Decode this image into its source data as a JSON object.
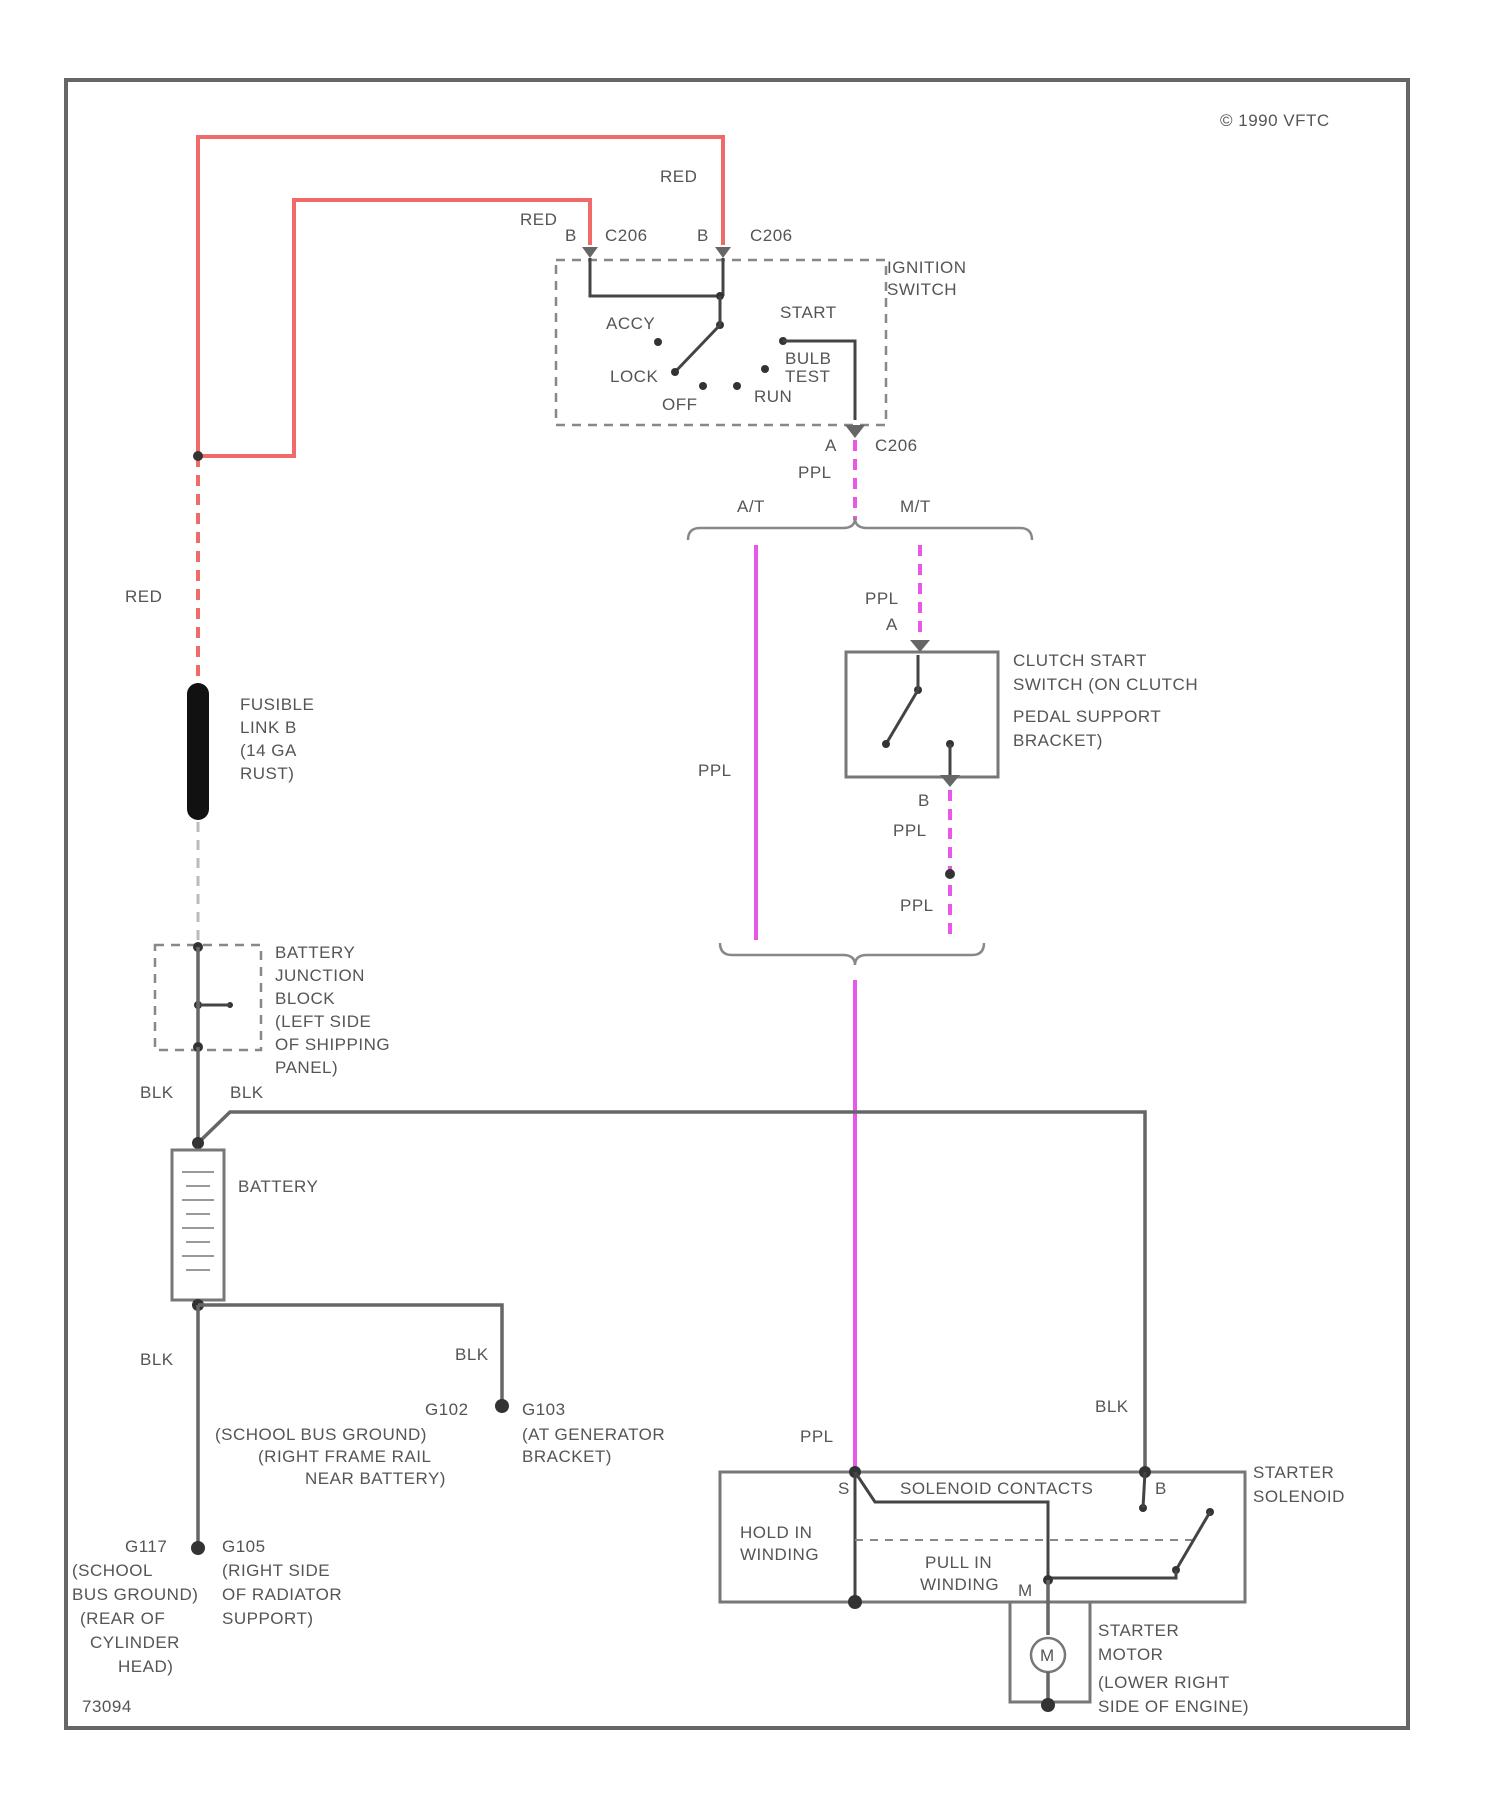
{
  "copyright": "© 1990 VFTC",
  "figure_id": "73094",
  "wire_colors": {
    "red": "#f06a6a",
    "purple": "#e858e8",
    "black": "#666666"
  },
  "labels": {
    "red_top": "RED",
    "red_mid": "RED",
    "red_left": "RED",
    "b_pin_1": "B",
    "b_pin_2": "B",
    "conn_1": "C206",
    "conn_2": "C206",
    "conn_3": "C206",
    "a_pin_top": "A",
    "ppl_top": "PPL",
    "at_top": "A/T",
    "mt_top": "M/T",
    "ppl_mt": "PPL",
    "a_pin_clutch": "A",
    "ppl_at": "PPL",
    "b_pin_clutch": "B",
    "ppl_mt_2": "PPL",
    "ppl_mt_3": "PPL",
    "blk_1": "BLK",
    "blk_2": "BLK",
    "blk_3": "BLK",
    "blk_4": "BLK",
    "blk_5": "BLK",
    "ppl_bottom": "PPL",
    "s_pin": "S",
    "b_pin_solenoid": "B",
    "m_pin": "M",
    "motor_symbol": "M"
  },
  "ignition_switch": {
    "name_1": "IGNITION",
    "name_2": "SWITCH",
    "pos_accy": "ACCY",
    "pos_start": "START",
    "pos_lock": "LOCK",
    "pos_bulb_1": "BULB",
    "pos_bulb_2": "TEST",
    "pos_off": "OFF",
    "pos_run": "RUN"
  },
  "clutch_switch": {
    "line_1": "CLUTCH START",
    "line_2": "SWITCH (ON CLUTCH",
    "line_3": "PEDAL SUPPORT",
    "line_4": "BRACKET)"
  },
  "fusible_link": {
    "line_1": "FUSIBLE",
    "line_2": "LINK B",
    "line_3": "(14 GA",
    "line_4": "RUST)"
  },
  "junction_block": {
    "line_1": "BATTERY",
    "line_2": "JUNCTION",
    "line_3": "BLOCK",
    "line_4": "(LEFT SIDE",
    "line_5": "OF SHIPPING",
    "line_6": "PANEL)"
  },
  "battery": {
    "name": "BATTERY"
  },
  "grounds": {
    "g102": "G102",
    "g102_desc_1": "(SCHOOL BUS GROUND)",
    "g102_desc_2": "(RIGHT FRAME RAIL",
    "g102_desc_3": "NEAR BATTERY)",
    "g103": "G103",
    "g103_desc_1": "(AT GENERATOR",
    "g103_desc_2": "BRACKET)",
    "g117": "G117",
    "g117_desc_1": "(SCHOOL",
    "g117_desc_2": "BUS GROUND)",
    "g117_desc_3": "(REAR OF",
    "g117_desc_4": "CYLINDER",
    "g117_desc_5": "HEAD)",
    "g105": "G105",
    "g105_desc_1": "(RIGHT SIDE",
    "g105_desc_2": "OF RADIATOR",
    "g105_desc_3": "SUPPORT)"
  },
  "starter_solenoid": {
    "name_1": "STARTER",
    "name_2": "SOLENOID",
    "contacts": "SOLENOID CONTACTS",
    "hold_1": "HOLD IN",
    "hold_2": "WINDING",
    "pull_1": "PULL IN",
    "pull_2": "WINDING"
  },
  "starter_motor": {
    "line_1": "STARTER",
    "line_2": "MOTOR",
    "line_3": "(LOWER RIGHT",
    "line_4": "SIDE OF ENGINE)"
  }
}
